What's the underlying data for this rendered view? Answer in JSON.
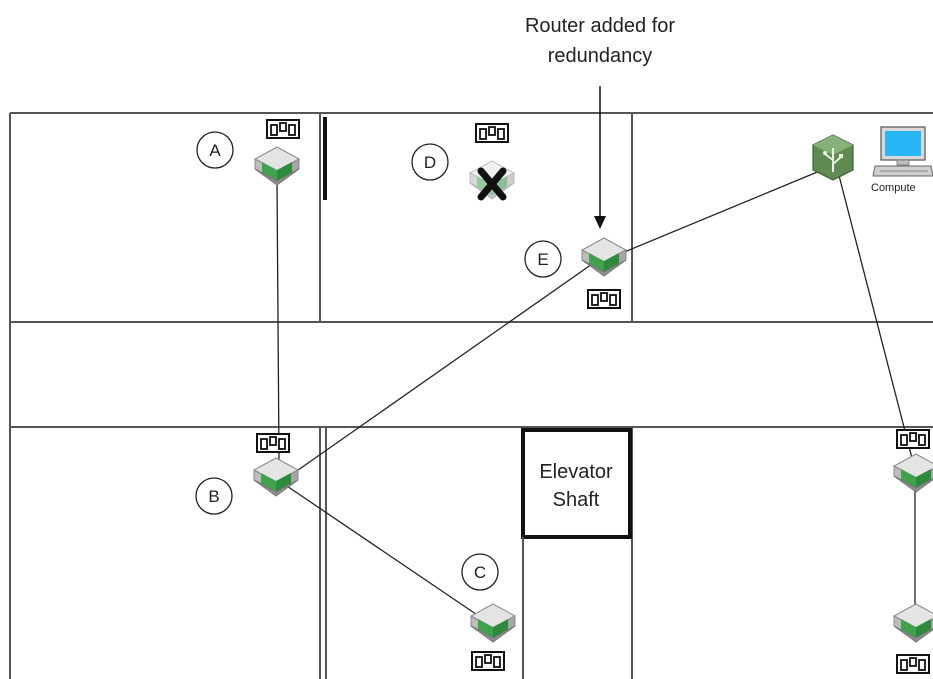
{
  "annotation": {
    "line1": "Router added for",
    "line2": "redundancy"
  },
  "nodes": [
    {
      "id": "A",
      "label": "A",
      "status": "active"
    },
    {
      "id": "B",
      "label": "B",
      "status": "active"
    },
    {
      "id": "C",
      "label": "C",
      "status": "active"
    },
    {
      "id": "D",
      "label": "D",
      "status": "failed"
    },
    {
      "id": "E",
      "label": "E",
      "status": "active",
      "note": "added"
    },
    {
      "id": "F",
      "label": "",
      "status": "active"
    },
    {
      "id": "G",
      "label": "",
      "status": "active"
    }
  ],
  "gateway": {
    "icon": "usb-gateway-icon"
  },
  "computer": {
    "label": "Compute",
    "icon": "computer-icon"
  },
  "elevator": {
    "line1": "Elevator",
    "line2": "Shaft"
  },
  "links": [
    [
      "A",
      "B"
    ],
    [
      "B",
      "E"
    ],
    [
      "B",
      "C"
    ],
    [
      "E",
      "gateway"
    ],
    [
      "gateway",
      "F"
    ],
    [
      "F",
      "G"
    ]
  ],
  "colors": {
    "router_green": "#3fa34d",
    "router_gray": "#9a9a9a",
    "failed_mark": "#111111",
    "monitor_screen": "#29b6f6"
  }
}
